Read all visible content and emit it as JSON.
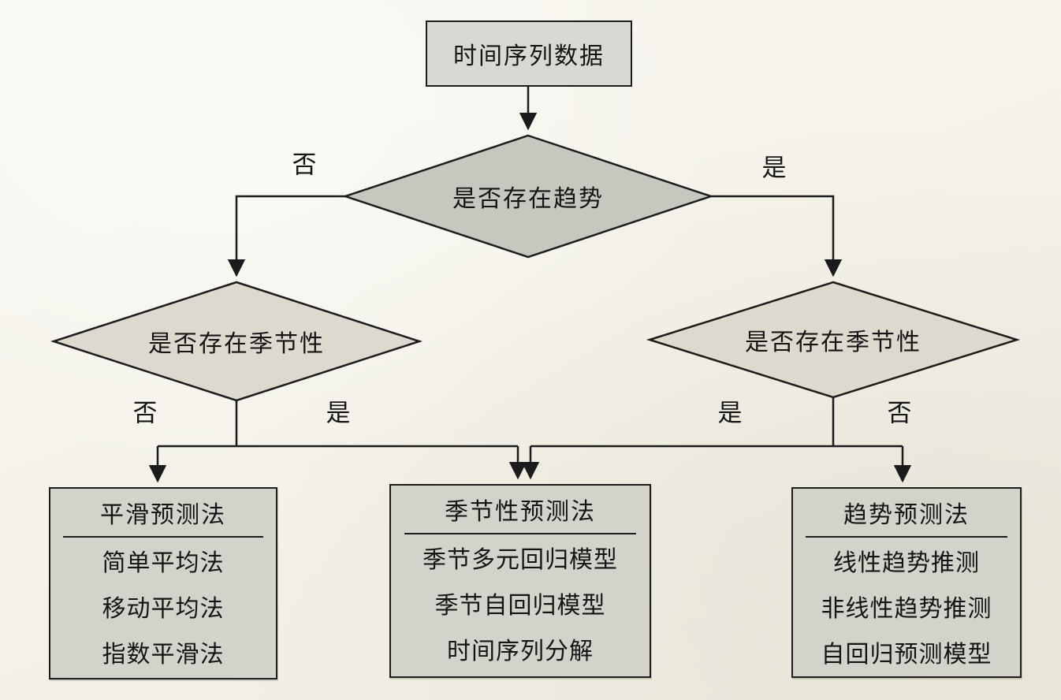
{
  "nodes": {
    "root": {
      "label": "时间序列数据"
    },
    "trend_decision": {
      "label": "是否存在趋势"
    },
    "season_decision_left": {
      "label": "是否存在季节性"
    },
    "season_decision_right": {
      "label": "是否存在季节性"
    }
  },
  "edge_labels": {
    "trend_no": "否",
    "trend_yes": "是",
    "left_season_no": "否",
    "left_season_yes": "是",
    "right_season_yes": "是",
    "right_season_no": "否"
  },
  "result_boxes": {
    "smoothing": {
      "title": "平滑预测法",
      "items": [
        "简单平均法",
        "移动平均法",
        "指数平滑法"
      ]
    },
    "seasonal": {
      "title": "季节性预测法",
      "items": [
        "季节多元回归模型",
        "季节自回归模型",
        "时间序列分解"
      ]
    },
    "trend": {
      "title": "趋势预测法",
      "items": [
        "线性趋势推测",
        "非线性趋势推测",
        "自回归预测模型"
      ]
    }
  },
  "colors": {
    "page-bg": "#f4f2e9",
    "node-border": "#1c1c1c",
    "line": "#1b1b1b",
    "text": "#141414",
    "root-fill": "#d9d9d3",
    "diamond-center-fill": "#c7c7bf",
    "diamond-side-fill": "#ddd9ce",
    "box-fill": "#d4d3cb"
  }
}
